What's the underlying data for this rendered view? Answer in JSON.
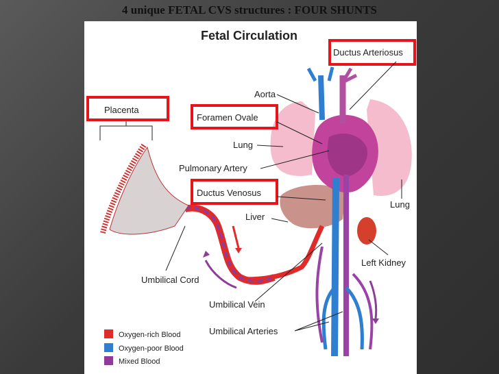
{
  "slide": {
    "title": "4 unique FETAL CVS structures : FOUR SHUNTS"
  },
  "diagram": {
    "title": "Fetal Circulation",
    "labels": {
      "ductus_arteriosus": "Ductus Arteriosus",
      "aorta": "Aorta",
      "placenta": "Placenta",
      "foramen_ovale": "Foramen Ovale",
      "lung_left": "Lung",
      "pulmonary_artery": "Pulmonary Artery",
      "ductus_venosus": "Ductus Venosus",
      "lung_right": "Lung",
      "liver": "Liver",
      "left_kidney": "Left Kidney",
      "umbilical_cord": "Umbilical Cord",
      "umbilical_vein": "Umbilical Vein",
      "umbilical_arteries": "Umbilical Arteries"
    },
    "legend": [
      {
        "label": "Oxygen-rich Blood",
        "color": "#e02b2b"
      },
      {
        "label": "Oxygen-poor Blood",
        "color": "#2f7fd0"
      },
      {
        "label": "Mixed Blood",
        "color": "#8e3b9a"
      }
    ],
    "highlight_color": "#e8141c"
  }
}
